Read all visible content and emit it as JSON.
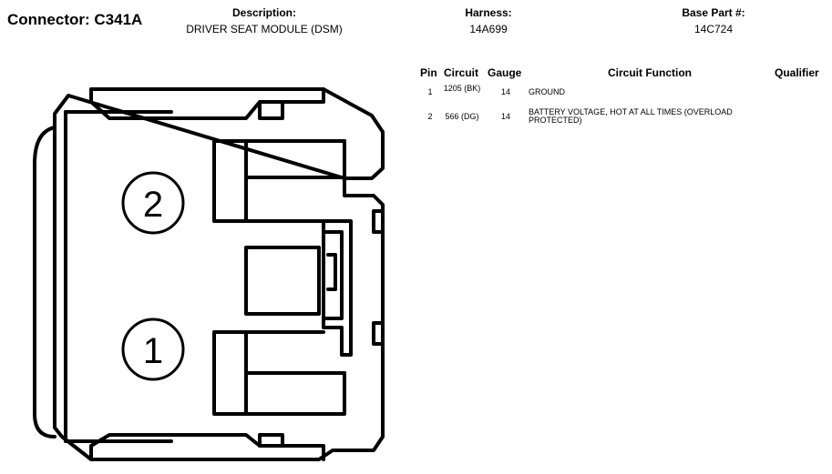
{
  "connector": {
    "label": "Connector:",
    "id": "C341A"
  },
  "description": {
    "label": "Description:",
    "value": "DRIVER SEAT MODULE (DSM)"
  },
  "harness": {
    "label": "Harness:",
    "value": "14A699"
  },
  "base_part": {
    "label": "Base Part #:",
    "value": "14C724"
  },
  "table": {
    "headers": {
      "pin": "Pin",
      "circuit": "Circuit",
      "gauge": "Gauge",
      "function": "Circuit Function",
      "qualifier": "Qualifier"
    },
    "rows": [
      {
        "pin": "1",
        "circuit": "1205 (BK)",
        "gauge": "14",
        "function": "GROUND",
        "qualifier": ""
      },
      {
        "pin": "2",
        "circuit": "566 (DG)",
        "gauge": "14",
        "function": "BATTERY VOLTAGE, HOT AT ALL TIMES (OVERLOAD PROTECTED)",
        "qualifier": ""
      }
    ]
  },
  "diagram": {
    "pin_labels": [
      "2",
      "1"
    ]
  }
}
